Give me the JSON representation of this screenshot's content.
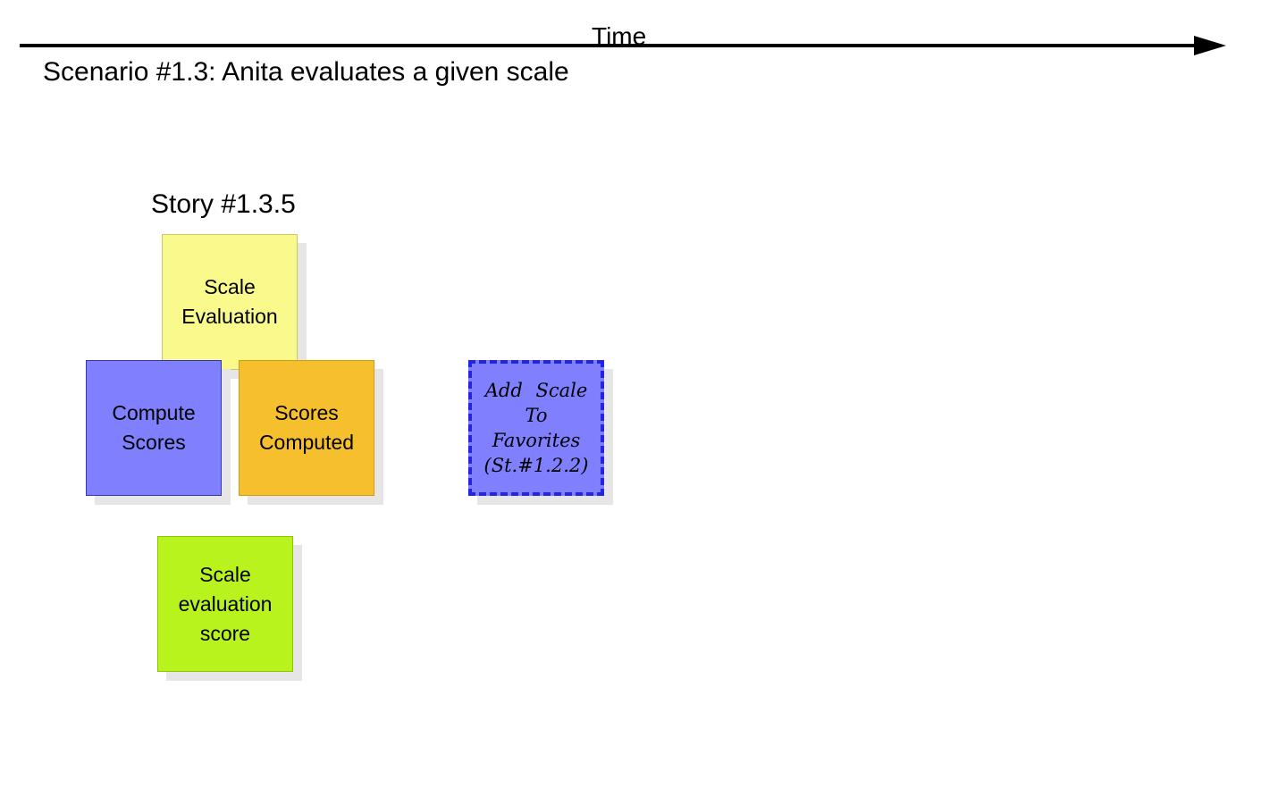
{
  "timeline": {
    "label": "Time"
  },
  "scenario": {
    "title": "Scenario #1.3: Anita evaluates a given scale"
  },
  "story": {
    "title": "Story #1.3.5"
  },
  "notes": {
    "scale_evaluation": "Scale\nEvaluation",
    "compute_scores": "Compute\nScores",
    "scores_computed": "Scores\nComputed",
    "scale_evaluation_score": "Scale\nevaluation\nscore",
    "add_scale_to_favorites": "Add Scale\nTo\nFavorites\n(St.#1.2.2)"
  },
  "colors": {
    "event_yellow": "#fafa8c",
    "command_blue": "#8080ff",
    "result_orange": "#f5bf2d",
    "read_model_green": "#b9f31d",
    "reference_border_blue": "#2424e8"
  }
}
